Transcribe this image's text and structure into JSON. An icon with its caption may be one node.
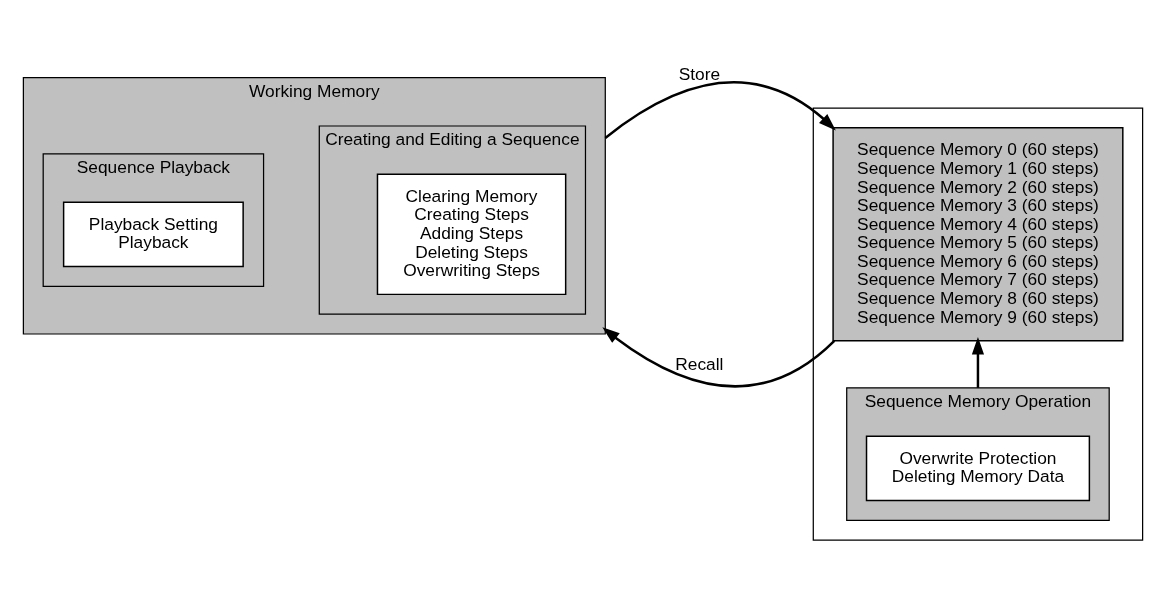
{
  "diagram": {
    "nodes": [
      {
        "text": [
          "Working Memory"
        ]
      },
      {
        "text": [
          "Creating and Editing a Sequence"
        ],
        "in": 0
      },
      {
        "text": [
          "Clearing Memory",
          "Creating Steps",
          "Adding Steps",
          "Deleting Steps",
          "Overwriting Steps"
        ],
        "in": 1
      },
      {
        "text": [
          "Sequence Playback"
        ],
        "in": 0
      },
      {
        "text": [
          "Playback Setting",
          "Playback"
        ],
        "in": 3
      },
      {
        "text": [],
        "shape": "box"
      },
      {
        "text": [
          "Sequence Memory 0 (60 steps)",
          "Sequence Memory 1 (60 steps)",
          "Sequence Memory 2 (60 steps)",
          "Sequence Memory 3 (60 steps)",
          "Sequence Memory 4 (60 steps)",
          "Sequence Memory 5 (60 steps)",
          "Sequence Memory 6 (60 steps)",
          "Sequence Memory 7 (60 steps)",
          "Sequence Memory 8 (60 steps)",
          "Sequence Memory 9 (60 steps)"
        ],
        "in": 5
      },
      {
        "text": [
          "Sequence Memory Operation"
        ],
        "in": 5
      },
      {
        "text": [
          "Overwrite Protection",
          "Deleting Memory Data"
        ],
        "in": 7
      }
    ],
    "edges": [
      {
        "from": 0,
        "to": 6,
        "arrow": "to",
        "label": "Store"
      },
      {
        "from": 6,
        "to": 0,
        "arrow": "to",
        "label": "Recall"
      },
      {
        "from": 7,
        "to": 6,
        "arrow": "to"
      }
    ]
  }
}
